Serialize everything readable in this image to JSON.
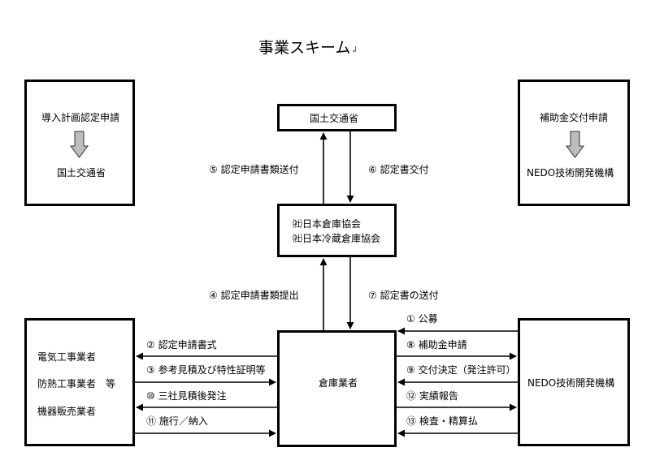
{
  "title": "事業スキーム",
  "title_mark": "↲",
  "left_top_box": {
    "line1": "導入計画認定申請",
    "line2": "国土交通省"
  },
  "right_top_box": {
    "line1": "補助金交付申請",
    "line2": "NEDO技術開発機構"
  },
  "ministry_box": {
    "label": "国土交通省"
  },
  "association_box": {
    "line1": "㈳日本倉庫協会",
    "line2": "㈳日本冷蔵倉庫協会"
  },
  "warehouse_box": {
    "label": "倉庫業者"
  },
  "nedo_box": {
    "label": "NEDO技術開発機構"
  },
  "contractors_box": {
    "line1": "電気工事業者",
    "line2": "防熱工事業者　等",
    "line3": "機器販売業者"
  },
  "flows": {
    "f5": "⑤ 認定申請書類送付",
    "f6": "⑥ 認定書交付",
    "f4": "④ 認定申請書類提出",
    "f7": "⑦ 認定書の送付",
    "f1": "① 公募",
    "f8": "⑧ 補助金申請",
    "f9": "⑨ 交付決定（発注許可）",
    "f12": "⑫ 実績報告",
    "f13": "⑬ 検査・精算払",
    "f2": "② 認定申請書式",
    "f3": "③ 参考見積及び特性証明等",
    "f10": "⑩ 三社見積後発注",
    "f11": "⑪ 施行／納入"
  }
}
